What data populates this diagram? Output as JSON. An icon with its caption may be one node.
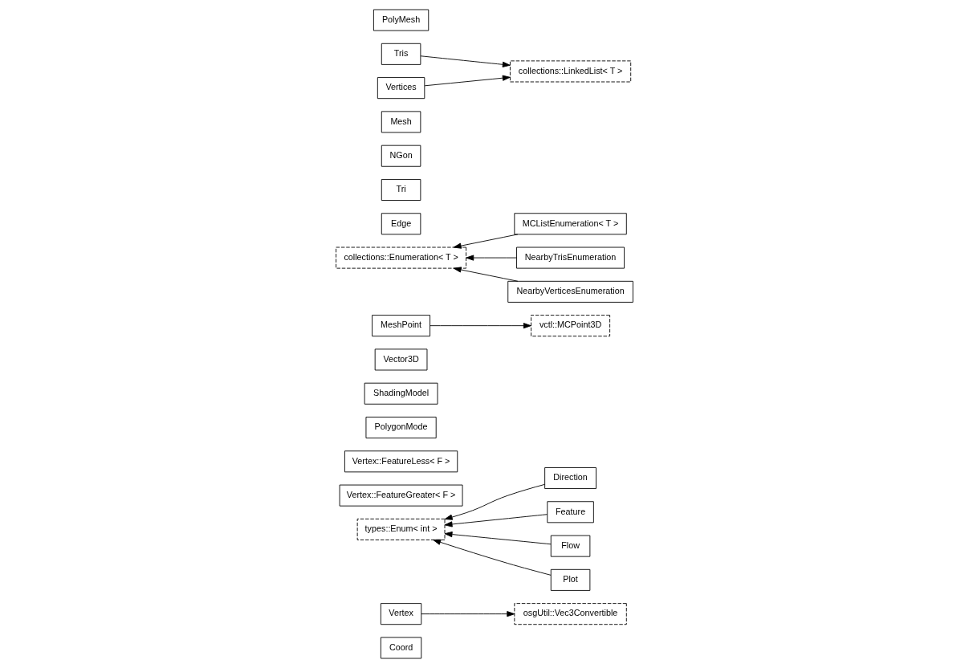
{
  "diagram": {
    "nodes": [
      {
        "text": [
          "Coord"
        ]
      },
      {
        "text": [
          "Vertex"
        ]
      },
      {
        "text": [
          "osgUtil::Vec3Convertible"
        ]
      },
      {
        "text": [
          "types::Enum< int >"
        ]
      },
      {
        "text": [
          "Direction"
        ]
      },
      {
        "text": [
          "Feature"
        ]
      },
      {
        "text": [
          "Flow"
        ]
      },
      {
        "text": [
          "Plot"
        ]
      },
      {
        "text": [
          "Vertex::FeatureGreater< F >"
        ]
      },
      {
        "text": [
          "Vertex::FeatureLess< F >"
        ]
      },
      {
        "text": [
          "PolygonMode"
        ]
      },
      {
        "text": [
          "ShadingModel"
        ]
      },
      {
        "text": [
          "Vector3D"
        ]
      },
      {
        "text": [
          "MeshPoint"
        ]
      },
      {
        "text": [
          "vctl::MCPoint3D"
        ]
      },
      {
        "text": [
          "MCListEnumeration< T >"
        ]
      },
      {
        "text": [
          "Edge"
        ]
      },
      {
        "text": [
          "collections::Enumeration< T >"
        ]
      },
      {
        "text": [
          "NearbyTrisEnumeration"
        ]
      },
      {
        "text": [
          "NearbyVerticesEnumeration"
        ]
      },
      {
        "text": [
          "Tri"
        ]
      },
      {
        "text": [
          "NGon"
        ]
      },
      {
        "text": [
          "Mesh"
        ]
      },
      {
        "text": [
          "Tris"
        ]
      },
      {
        "text": [
          "collections::LinkedList< T >"
        ]
      },
      {
        "text": [
          "Vertices"
        ]
      },
      {
        "text": [
          "PolyMesh"
        ]
      }
    ],
    "edges": [
      {
        "from": 1,
        "to": 2,
        "arrow": "to"
      },
      {
        "from": 4,
        "to": 3,
        "arrow": "to"
      },
      {
        "from": 5,
        "to": 3,
        "arrow": "to"
      },
      {
        "from": 6,
        "to": 3,
        "arrow": "to"
      },
      {
        "from": 7,
        "to": 3,
        "arrow": "to"
      },
      {
        "from": 13,
        "to": 14,
        "arrow": "to"
      },
      {
        "from": 15,
        "to": 17,
        "arrow": "to"
      },
      {
        "from": 18,
        "to": 17,
        "arrow": "to"
      },
      {
        "from": 19,
        "to": 17,
        "arrow": "to"
      },
      {
        "from": 23,
        "to": 24,
        "arrow": "to"
      },
      {
        "from": 25,
        "to": 24,
        "arrow": "to"
      }
    ]
  }
}
